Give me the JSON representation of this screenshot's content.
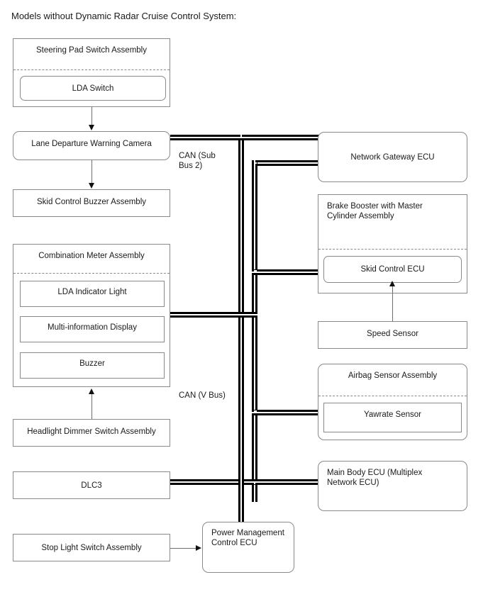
{
  "diagram": {
    "title": "Models without Dynamic Radar Cruise Control System:",
    "bus_labels": {
      "sub_bus_2": "CAN (Sub\nBus 2)",
      "v_bus": "CAN (V Bus)"
    },
    "colors": {
      "box_border": "#8a8a8a",
      "bus_line": "#000000",
      "connector": "#6e6e6e",
      "text": "#1a1a1a",
      "background": "#ffffff"
    },
    "nodes": {
      "steering_pad_switch_assembly": "Steering Pad Switch Assembly",
      "lda_switch": "LDA Switch",
      "lane_departure_warning_camera": "Lane Departure Warning Camera",
      "skid_control_buzzer_assembly": "Skid Control Buzzer Assembly",
      "combination_meter_assembly": "Combination Meter Assembly",
      "lda_indicator_light": "LDA Indicator Light",
      "multi_information_display": "Multi-information Display",
      "buzzer": "Buzzer",
      "headlight_dimmer_switch_assembly": "Headlight Dimmer Switch Assembly",
      "dlc3": "DLC3",
      "stop_light_switch_assembly": "Stop Light Switch Assembly",
      "power_management_control_ecu": "Power Management\nControl ECU",
      "network_gateway_ecu": "Network Gateway ECU",
      "brake_booster_with_master_cylinder_assembly": "Brake Booster with Master\nCylinder Assembly",
      "skid_control_ecu": "Skid Control ECU",
      "speed_sensor": "Speed Sensor",
      "airbag_sensor_assembly": "Airbag Sensor Assembly",
      "yawrate_sensor": "Yawrate Sensor",
      "main_body_ecu": "Main Body ECU (Multiplex\nNetwork ECU)"
    }
  }
}
